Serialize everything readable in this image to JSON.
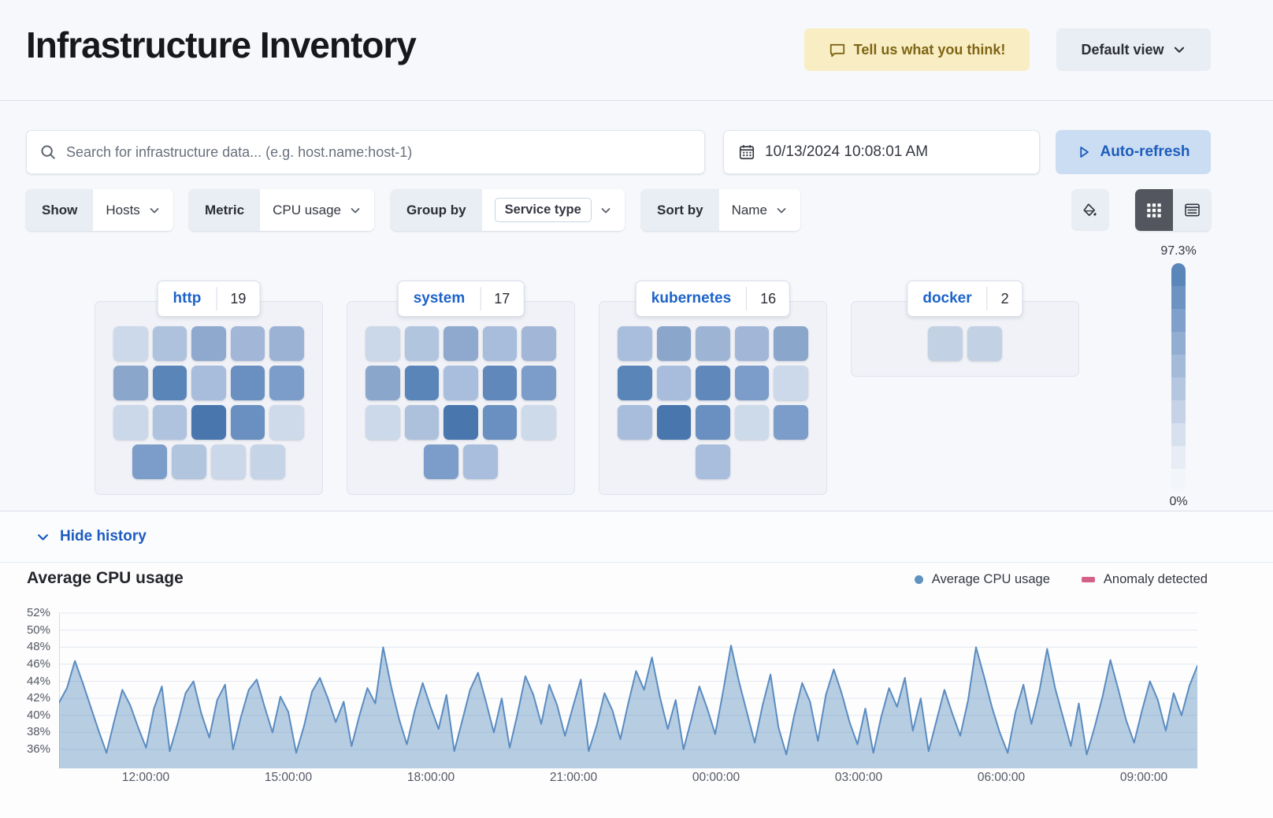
{
  "header": {
    "title": "Infrastructure Inventory",
    "feedback_label": "Tell us what you think!",
    "view_selector_label": "Default view"
  },
  "toolbar": {
    "search_placeholder": "Search for infrastructure data... (e.g. host.name:host-1)",
    "datetime_value": "10/13/2024 10:08:01 AM",
    "auto_refresh_label": "Auto-refresh"
  },
  "filters": {
    "show_label": "Show",
    "show_value": "Hosts",
    "metric_label": "Metric",
    "metric_value": "CPU usage",
    "group_by_label": "Group by",
    "group_by_value": "Service type",
    "sort_by_label": "Sort by",
    "sort_by_value": "Name"
  },
  "waffle": {
    "scale": {
      "max_label": "97.3%",
      "min_label": "0%",
      "steps": [
        "#5b86ba",
        "#6c93c2",
        "#7fa0ca",
        "#92add2",
        "#a4bad9",
        "#b5c7e0",
        "#c6d3e7",
        "#d7e0ee",
        "#e7ecf5",
        "#f2f5fa"
      ]
    },
    "groups": [
      {
        "name": "http",
        "count": "19",
        "rows": [
          [
            "#ccd9ea",
            "#aec2de",
            "#8ea9cd",
            "#a2b7d8",
            "#9cb2d4"
          ],
          [
            "#8aa6cb",
            "#5a85b9",
            "#a8bddb",
            "#6990c0",
            "#7c9dc9"
          ],
          [
            "#cbd8e9",
            "#afc3de",
            "#4976ad",
            "#6990c0",
            "#cedaea"
          ],
          [
            "#7c9dc9",
            "#b2c5df",
            "#cad8e9",
            "#c6d4e7"
          ]
        ]
      },
      {
        "name": "system",
        "count": "17",
        "rows": [
          [
            "#cbd8e9",
            "#b2c5df",
            "#8ea9cd",
            "#a8bddb",
            "#a2b7d8"
          ],
          [
            "#8aa6cb",
            "#5a85b9",
            "#a9bedc",
            "#6088bb",
            "#7c9dc9"
          ],
          [
            "#ccd9ea",
            "#adc1dd",
            "#4976ad",
            "#6990c0",
            "#cddaea"
          ],
          [
            "#7c9dc9",
            "#a9bedc"
          ]
        ]
      },
      {
        "name": "kubernetes",
        "count": "16",
        "rows": [
          [
            "#a9bedc",
            "#8aa6cb",
            "#9eb4d5",
            "#a2b7d8",
            "#8aa6cb"
          ],
          [
            "#5a85b9",
            "#a8bddb",
            "#6088bb",
            "#7c9dc9",
            "#ccd9ea"
          ],
          [
            "#a8bddb",
            "#4976ad",
            "#6990c0",
            "#cddaea",
            "#7c9dc9"
          ],
          [
            "#a9bedc"
          ]
        ]
      },
      {
        "name": "docker",
        "count": "2",
        "rows": [
          [
            "#c3d1e4",
            "#c3d1e4"
          ]
        ]
      }
    ]
  },
  "history": {
    "toggle_label": "Hide history"
  },
  "chart_data": {
    "type": "area",
    "title": "Average CPU usage",
    "unit": "%",
    "legend": [
      {
        "label": "Average CPU usage",
        "color": "#6092c0",
        "marker": "circle"
      },
      {
        "label": "Anomaly detected",
        "color": "#d36086",
        "marker": "rect"
      }
    ],
    "line_color": "#5b8cc0",
    "fill_color": "#6092c0",
    "fill_opacity": 0.45,
    "grid": true,
    "ylim": [
      33.8,
      52.7
    ],
    "y_ticks": [
      {
        "label": "52%",
        "value": 52
      },
      {
        "label": "50%",
        "value": 50
      },
      {
        "label": "48%",
        "value": 48
      },
      {
        "label": "46%",
        "value": 46
      },
      {
        "label": "44%",
        "value": 44
      },
      {
        "label": "42%",
        "value": 42
      },
      {
        "label": "40%",
        "value": 40
      },
      {
        "label": "38%",
        "value": 38
      },
      {
        "label": "36%",
        "value": 36
      }
    ],
    "x_ticks": [
      {
        "label": "12:00:00",
        "frac": 0.0761
      },
      {
        "label": "15:00:00",
        "frac": 0.2014
      },
      {
        "label": "18:00:00",
        "frac": 0.3267
      },
      {
        "label": "21:00:00",
        "frac": 0.452
      },
      {
        "label": "00:00:00",
        "frac": 0.5772
      },
      {
        "label": "03:00:00",
        "frac": 0.7025
      },
      {
        "label": "06:00:00",
        "frac": 0.8278
      },
      {
        "label": "09:00:00",
        "frac": 0.953
      }
    ],
    "values": [
      41.5,
      43.2,
      46.4,
      43.8,
      41.0,
      38.2,
      35.6,
      39.4,
      43.0,
      41.2,
      38.6,
      36.2,
      40.8,
      43.4,
      35.8,
      39.0,
      42.6,
      44.0,
      40.2,
      37.4,
      41.8,
      43.6,
      36.0,
      39.8,
      43.0,
      44.2,
      41.0,
      38.0,
      42.2,
      40.4,
      35.6,
      38.8,
      42.8,
      44.4,
      42.0,
      39.2,
      41.6,
      36.4,
      40.0,
      43.2,
      41.4,
      48.0,
      43.4,
      39.6,
      36.6,
      40.6,
      43.8,
      41.0,
      38.4,
      42.4,
      35.8,
      39.4,
      43.0,
      45.0,
      41.6,
      38.0,
      42.0,
      36.2,
      40.2,
      44.6,
      42.4,
      39.0,
      43.6,
      41.2,
      37.6,
      41.0,
      44.2,
      35.8,
      38.8,
      42.6,
      40.6,
      37.2,
      41.4,
      45.2,
      43.0,
      46.8,
      42.2,
      38.4,
      41.8,
      36.0,
      39.6,
      43.4,
      40.8,
      37.8,
      42.8,
      48.2,
      44.0,
      40.4,
      36.8,
      41.2,
      44.8,
      38.6,
      35.4,
      40.0,
      43.8,
      41.6,
      37.0,
      42.4,
      45.4,
      42.6,
      39.2,
      36.6,
      40.8,
      35.6,
      39.8,
      43.2,
      41.0,
      44.4,
      38.2,
      42.0,
      35.8,
      39.4,
      43.0,
      40.2,
      37.6,
      41.8,
      48.0,
      44.6,
      41.0,
      38.0,
      35.6,
      40.4,
      43.6,
      39.0,
      42.8,
      47.8,
      43.2,
      39.8,
      36.4,
      41.4,
      35.4,
      38.6,
      42.2,
      46.5,
      43.0,
      39.4,
      36.8,
      40.6,
      44.0,
      41.8,
      38.2,
      42.6,
      40.0,
      43.5,
      45.8
    ]
  }
}
